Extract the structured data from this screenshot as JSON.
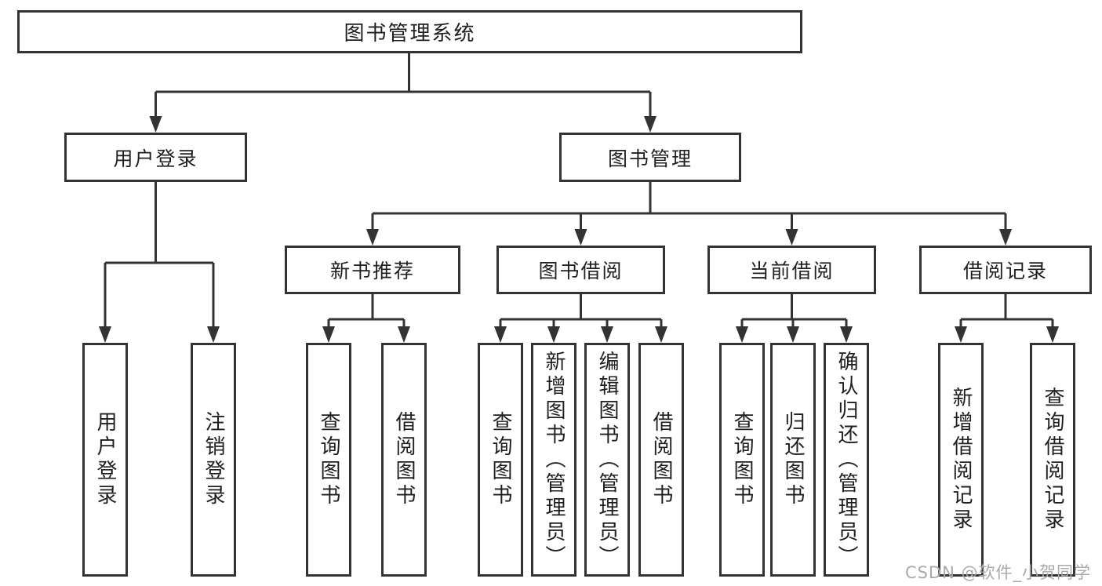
{
  "diagram": {
    "root": {
      "label": "图书管理系统"
    },
    "branches": [
      {
        "label": "用户登录",
        "children": [
          {
            "label": "用户登录"
          },
          {
            "label": "注销登录"
          }
        ]
      },
      {
        "label": "图书管理",
        "children": [
          {
            "label": "新书推荐",
            "children": [
              {
                "label": "查询图书"
              },
              {
                "label": "借阅图书"
              }
            ]
          },
          {
            "label": "图书借阅",
            "children": [
              {
                "label": "查询图书"
              },
              {
                "label": "新增图书（管理员）"
              },
              {
                "label": "编辑图书（管理员）"
              },
              {
                "label": "借阅图书"
              }
            ]
          },
          {
            "label": "当前借阅",
            "children": [
              {
                "label": "查询图书"
              },
              {
                "label": "归还图书"
              },
              {
                "label": "确认归还（管理员）"
              }
            ]
          },
          {
            "label": "借阅记录",
            "children": [
              {
                "label": "新增借阅记录"
              },
              {
                "label": "查询借阅记录"
              }
            ]
          }
        ]
      }
    ]
  },
  "watermark": {
    "text": "CSDN @软件_小贺同学"
  },
  "colors": {
    "line": "#333333",
    "text": "#1f1f1f",
    "background": "#ffffff",
    "watermark": "#a9a9a9"
  }
}
